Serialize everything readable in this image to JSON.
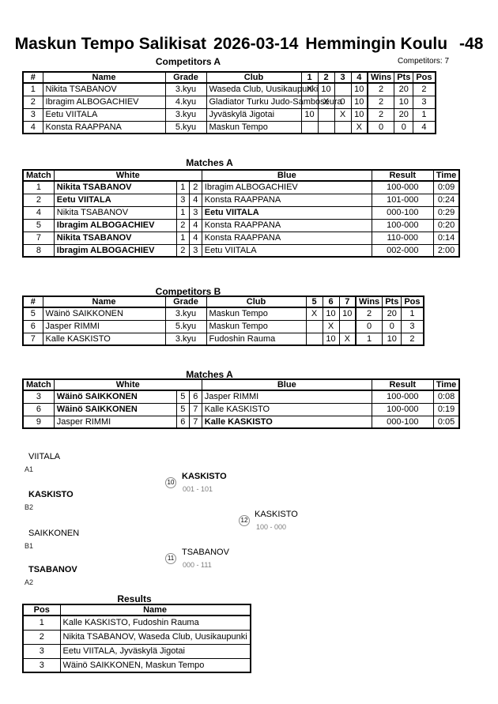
{
  "header": {
    "event": "Maskun Tempo Salikisat",
    "date": "2026-03-14",
    "venue": "Hemmingin Koulu",
    "category": "-48",
    "competitors_count": "Competitors: 7"
  },
  "pool_a": {
    "title": "Competitors A",
    "columns": {
      "num": "#",
      "name": "Name",
      "grade": "Grade",
      "club": "Club",
      "c1": "1",
      "c2": "2",
      "c3": "3",
      "c4": "4",
      "wins": "Wins",
      "pts": "Pts",
      "pos": "Pos"
    },
    "rows": [
      {
        "num": "1",
        "name": "Nikita TSABANOV",
        "grade": "3.kyu",
        "club": "Waseda Club, Uusikaupunki",
        "r1": "X",
        "r2": "10",
        "r3": "",
        "r4": "10",
        "wins": "2",
        "pts": "20",
        "pos": "2"
      },
      {
        "num": "2",
        "name": "Ibragim ALBOGACHIEV",
        "grade": "4.kyu",
        "club": "Gladiator Turku Judo-Samboseura",
        "r1": "",
        "r2": "X",
        "r3": "0",
        "r4": "10",
        "wins": "2",
        "pts": "10",
        "pos": "3"
      },
      {
        "num": "3",
        "name": "Eetu VIITALA",
        "grade": "3.kyu",
        "club": "Jyväskylä Jigotai",
        "r1": "10",
        "r2": "",
        "r3": "X",
        "r4": "10",
        "wins": "2",
        "pts": "20",
        "pos": "1"
      },
      {
        "num": "4",
        "name": "Konsta RAAPPANA",
        "grade": "5.kyu",
        "club": "Maskun Tempo",
        "r1": "",
        "r2": "",
        "r3": "",
        "r4": "X",
        "wins": "0",
        "pts": "0",
        "pos": "4"
      }
    ]
  },
  "matches_a": {
    "title": "Matches A",
    "columns": {
      "match": "Match",
      "white": "White",
      "blue": "Blue",
      "result": "Result",
      "time": "Time"
    },
    "rows": [
      {
        "match": "1",
        "white": "Nikita TSABANOV",
        "white_bold": true,
        "white_num": "1",
        "blue_num": "2",
        "blue": "Ibragim ALBOGACHIEV",
        "blue_bold": false,
        "result": "100-000",
        "time": "0:09"
      },
      {
        "match": "2",
        "white": "Eetu VIITALA",
        "white_bold": true,
        "white_num": "3",
        "blue_num": "4",
        "blue": "Konsta RAAPPANA",
        "blue_bold": false,
        "result": "101-000",
        "time": "0:24"
      },
      {
        "match": "4",
        "white": "Nikita TSABANOV",
        "white_bold": false,
        "white_num": "1",
        "blue_num": "3",
        "blue": "Eetu VIITALA",
        "blue_bold": true,
        "result": "000-100",
        "time": "0:29"
      },
      {
        "match": "5",
        "white": "Ibragim ALBOGACHIEV",
        "white_bold": true,
        "white_num": "2",
        "blue_num": "4",
        "blue": "Konsta RAAPPANA",
        "blue_bold": false,
        "result": "100-000",
        "time": "0:20"
      },
      {
        "match": "7",
        "white": "Nikita TSABANOV",
        "white_bold": true,
        "white_num": "1",
        "blue_num": "4",
        "blue": "Konsta RAAPPANA",
        "blue_bold": false,
        "result": "110-000",
        "time": "0:14"
      },
      {
        "match": "8",
        "white": "Ibragim ALBOGACHIEV",
        "white_bold": true,
        "white_num": "2",
        "blue_num": "3",
        "blue": "Eetu VIITALA",
        "blue_bold": false,
        "result": "002-000",
        "time": "2:00"
      }
    ]
  },
  "pool_b": {
    "title": "Competitors B",
    "columns": {
      "num": "#",
      "name": "Name",
      "grade": "Grade",
      "club": "Club",
      "c5": "5",
      "c6": "6",
      "c7": "7",
      "wins": "Wins",
      "pts": "Pts",
      "pos": "Pos"
    },
    "rows": [
      {
        "num": "5",
        "name": "Wäinö SAIKKONEN",
        "grade": "3.kyu",
        "club": "Maskun Tempo",
        "r5": "X",
        "r6": "10",
        "r7": "10",
        "wins": "2",
        "pts": "20",
        "pos": "1"
      },
      {
        "num": "6",
        "name": "Jasper RIMMI",
        "grade": "5.kyu",
        "club": "Maskun Tempo",
        "r5": "",
        "r6": "X",
        "r7": "",
        "wins": "0",
        "pts": "0",
        "pos": "3"
      },
      {
        "num": "7",
        "name": "Kalle KASKISTO",
        "grade": "3.kyu",
        "club": "Fudoshin Rauma",
        "r5": "",
        "r6": "10",
        "r7": "X",
        "wins": "1",
        "pts": "10",
        "pos": "2"
      }
    ]
  },
  "matches_b": {
    "title": "Matches A",
    "columns": {
      "match": "Match",
      "white": "White",
      "blue": "Blue",
      "result": "Result",
      "time": "Time"
    },
    "rows": [
      {
        "match": "3",
        "white": "Wäinö SAIKKONEN",
        "white_bold": true,
        "white_num": "5",
        "blue_num": "6",
        "blue": "Jasper RIMMI",
        "blue_bold": false,
        "result": "100-000",
        "time": "0:08"
      },
      {
        "match": "6",
        "white": "Wäinö SAIKKONEN",
        "white_bold": true,
        "white_num": "5",
        "blue_num": "7",
        "blue": "Kalle KASKISTO",
        "blue_bold": false,
        "result": "100-000",
        "time": "0:19"
      },
      {
        "match": "9",
        "white": "Jasper RIMMI",
        "white_bold": false,
        "white_num": "6",
        "blue_num": "7",
        "blue": "Kalle KASKISTO",
        "blue_bold": true,
        "result": "000-100",
        "time": "0:05"
      }
    ]
  },
  "bracket": {
    "entries": [
      {
        "name": "VIITALA",
        "seed": "A1",
        "bold": false
      },
      {
        "name": "KASKISTO",
        "seed": "B2",
        "bold": true
      },
      {
        "name": "SAIKKONEN",
        "seed": "B1",
        "bold": false
      },
      {
        "name": "TSABANOV",
        "seed": "A2",
        "bold": true
      }
    ],
    "semi1": {
      "no": "10",
      "winner": "KASKISTO",
      "score": "001 - 101",
      "winner_bold": true
    },
    "semi2": {
      "no": "11",
      "winner": "TSABANOV",
      "score": "000 - 111",
      "winner_bold": false
    },
    "final": {
      "no": "12",
      "winner": "KASKISTO",
      "score": "100 - 000",
      "winner_bold": false
    }
  },
  "results": {
    "title": "Results",
    "columns": {
      "pos": "Pos",
      "name": "Name"
    },
    "rows": [
      {
        "pos": "1",
        "name": "Kalle KASKISTO, Fudoshin Rauma"
      },
      {
        "pos": "2",
        "name": "Nikita TSABANOV, Waseda Club, Uusikaupunki"
      },
      {
        "pos": "3",
        "name": "Eetu VIITALA, Jyväskylä Jigotai"
      },
      {
        "pos": "3",
        "name": "Wäinö SAIKKONEN, Maskun Tempo"
      }
    ]
  }
}
